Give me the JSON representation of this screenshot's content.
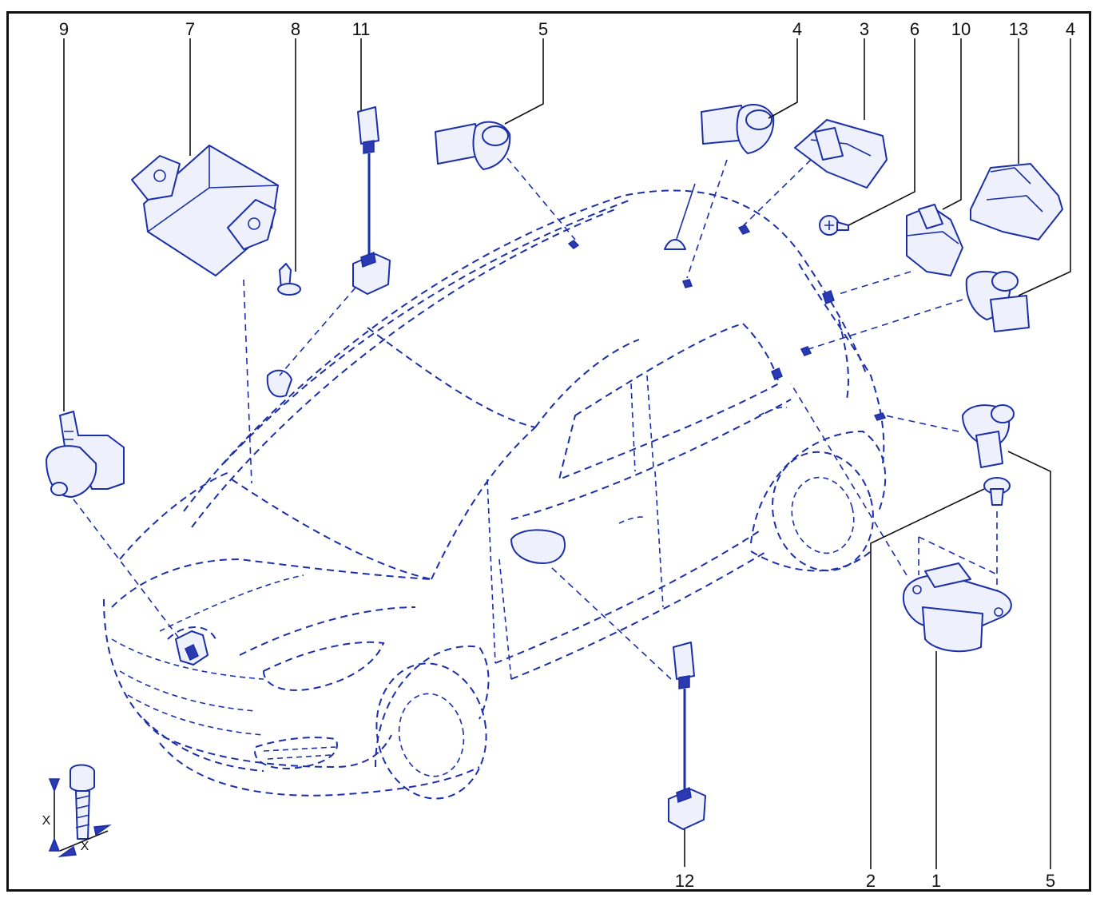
{
  "callouts": {
    "c1": "1",
    "c2": "2",
    "c3": "3",
    "c4a": "4",
    "c4b": "4",
    "c5a": "5",
    "c5b": "5",
    "c6": "6",
    "c7": "7",
    "c8": "8",
    "c9": "9",
    "c10": "10",
    "c11": "11",
    "c12": "12",
    "c13": "13"
  },
  "torque_symbol": {
    "x_label_a": "X",
    "x_label_b": "X"
  },
  "colors": {
    "line": "#1b2fa8",
    "frame": "#111111",
    "fill": "#eef0fb"
  }
}
